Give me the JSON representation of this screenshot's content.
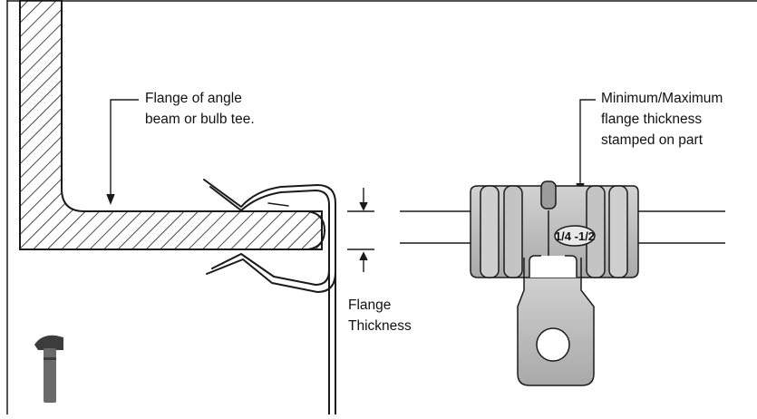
{
  "callouts": {
    "flange": {
      "line1": "Flange of angle",
      "line2": "beam or bulb tee."
    },
    "stamp": {
      "line1": "Minimum/Maximum",
      "line2": "flange thickness",
      "line3": "stamped on part"
    },
    "thickness": {
      "line1": "Flange",
      "line2": "Thickness"
    }
  },
  "part_stamp": "1/4 -1/2",
  "icons": {
    "tool": "hammer-icon"
  },
  "colors": {
    "line": "#1a1a1a",
    "part_fill": "#b8b8b8",
    "part_dark": "#8c8c8c",
    "background": "#ffffff"
  }
}
